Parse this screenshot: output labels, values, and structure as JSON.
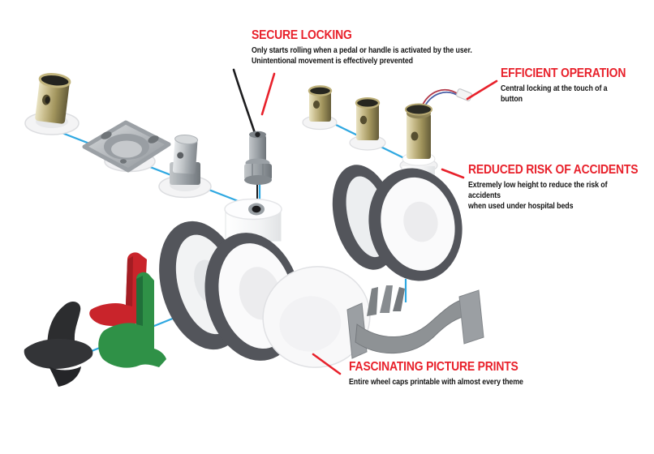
{
  "page": {
    "background": "#ffffff",
    "type": "product-infographic",
    "subject": "hospital bed twin-wheel casters, exploded view with feature callouts"
  },
  "colors": {
    "accent_red": "#e8212b",
    "connector_blue": "#2fa8e1",
    "body_text": "#141414",
    "tread_gray": "#53555b",
    "brass": "#b3a477",
    "pedal_black": "#2c2d2f",
    "pedal_red": "#c9242b",
    "pedal_green": "#2f9147",
    "bracket_gray": "#8e9295"
  },
  "annotations": [
    {
      "id": "secure-locking",
      "title": "SECURE LOCKING",
      "body": "Only starts rolling when a pedal or handle is activated by the user.\nUnintentional movement is effectively prevented"
    },
    {
      "id": "efficient-operation",
      "title": "EFFICIENT OPERATION",
      "body": "Central locking at the touch of a button"
    },
    {
      "id": "reduced-risk-of-accidents",
      "title": "REDUCED RISK OF ACCIDENTS",
      "body": "Extremely low height to reduce the risk of accidents\nwhen used under hospital beds"
    },
    {
      "id": "fascinating-picture-prints",
      "title": "FASCINATING PICTURE PRINTS",
      "body": "Entire wheel caps printable with almost every theme"
    }
  ],
  "diagram": {
    "parts": [
      "brass mounting sleeve on washer",
      "steel mounting plate",
      "steel mounting pin on washer",
      "bowden cable with threaded fitting",
      "main twin-wheel caster",
      "printable wheel cap",
      "black foot pedal",
      "red-green foot pedal",
      "adapter sleeve 1",
      "adapter sleeve 2",
      "adapter sleeve with electric cable",
      "cable connector",
      "low-height twin-wheel caster",
      "gray mounting bracket"
    ]
  }
}
